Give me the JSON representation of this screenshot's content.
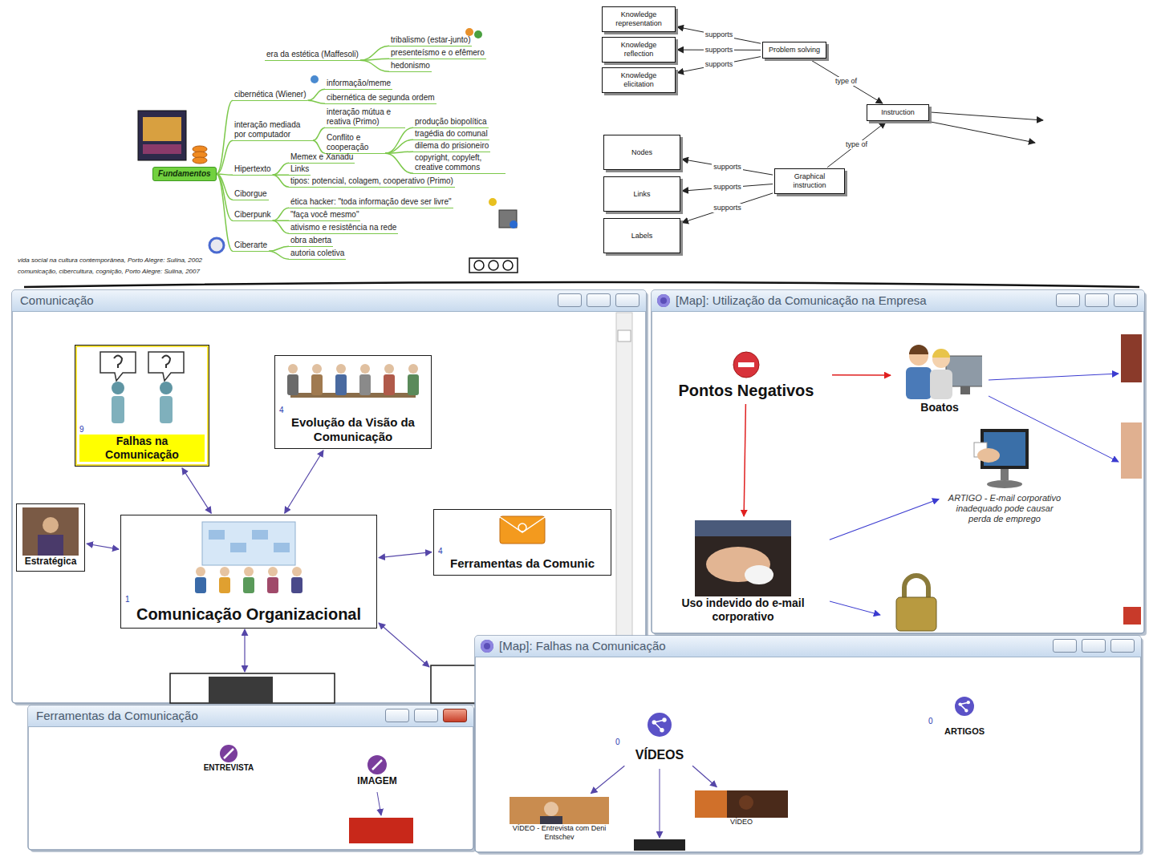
{
  "diagram": {
    "nodes": [
      {
        "text": [
          "Fundamentos"
        ]
      },
      {
        "text": [
          "cibernética (Wiener)"
        ]
      },
      {
        "text": [
          "informação/meme"
        ]
      },
      {
        "text": [
          "cibernética de segunda ordem"
        ]
      },
      {
        "text": [
          "interação mediada por computador"
        ]
      },
      {
        "text": [
          "interação mútua e reativa (Primo)"
        ]
      },
      {
        "text": [
          "Conflito e cooperação"
        ]
      },
      {
        "text": [
          "produção biopolítica"
        ]
      },
      {
        "text": [
          "tragédia do comunal"
        ]
      },
      {
        "text": [
          "dilema do prisioneiro"
        ]
      },
      {
        "text": [
          "copyright, copyleft, creative commons"
        ]
      },
      {
        "text": [
          "Hipertexto"
        ]
      },
      {
        "text": [
          "Memex e Xanadu"
        ]
      },
      {
        "text": [
          "Links"
        ]
      },
      {
        "text": [
          "tipos: potencial, colagem, cooperativo (Primo)"
        ]
      },
      {
        "text": [
          "Ciborgue"
        ]
      },
      {
        "text": [
          "Ciberpunk"
        ]
      },
      {
        "text": [
          "ética hacker: \"toda informação deve ser livre\""
        ]
      },
      {
        "text": [
          "\"faça você mesmo\""
        ]
      },
      {
        "text": [
          "ativismo e resistência na rede"
        ]
      },
      {
        "text": [
          "Ciberarte"
        ]
      },
      {
        "text": [
          "obra aberta"
        ]
      },
      {
        "text": [
          "autoria coletiva"
        ]
      },
      {
        "text": [
          "era da estética (Maffesoli)"
        ]
      },
      {
        "text": [
          "tribalismo (estar-junto)"
        ]
      },
      {
        "text": [
          "presenteísmo e o efêmero"
        ]
      },
      {
        "text": [
          "hedonismo"
        ]
      },
      {
        "text": [
          "Knowledge representation"
        ]
      },
      {
        "text": [
          "Knowledge reflection"
        ]
      },
      {
        "text": [
          "Knowledge elicitation"
        ]
      },
      {
        "text": [
          "Problem solving"
        ]
      },
      {
        "text": [
          "Instruction"
        ]
      },
      {
        "text": [
          "Nodes"
        ]
      },
      {
        "text": [
          "Links"
        ]
      },
      {
        "text": [
          "Labels"
        ]
      },
      {
        "text": [
          "Graphical instruction"
        ]
      },
      {
        "text": [
          "Comunicação"
        ]
      },
      {
        "text": [
          "9",
          "Falhas na Comunicação"
        ],
        "in": 36
      },
      {
        "text": [
          "4",
          "Evolução da Visão da Comunicação"
        ],
        "in": 36
      },
      {
        "text": [
          "1",
          "Comunicação Organizacional"
        ],
        "in": 36
      },
      {
        "text": [
          "4",
          "Ferramentas da Comunic"
        ],
        "in": 36
      },
      {
        "text": [
          "Estratégica"
        ],
        "in": 36
      },
      {
        "text": [
          "[Map]: Utilização da Comunicação na Empresa"
        ]
      },
      {
        "text": [
          "Pontos Negativos"
        ],
        "in": 42
      },
      {
        "text": [
          "Boatos"
        ],
        "in": 42
      },
      {
        "text": [
          "Uso indevido do e-mail corporativo"
        ],
        "in": 42
      },
      {
        "text": [
          "ARTIGO - E-mail corporativo inadequado pode causar perda de emprego"
        ],
        "in": 42
      },
      {
        "text": [
          "Ferramentas da Comunicação"
        ]
      },
      {
        "text": [
          "ENTREVISTA"
        ],
        "in": 47
      },
      {
        "text": [
          "IMAGEM"
        ],
        "in": 47
      },
      {
        "text": [
          "[Map]: Falhas na Comunicação"
        ]
      },
      {
        "text": [
          "0",
          "VÍDEOS"
        ],
        "in": 50
      },
      {
        "text": [
          "0",
          "ARTIGOS"
        ],
        "in": 50
      },
      {
        "text": [
          "VÍDEO - Entrevista com Deni Entschev"
        ],
        "in": 50
      },
      {
        "text": [
          "VÍDEO"
        ],
        "in": 50
      }
    ],
    "edges": [
      {
        "from": 0,
        "to": 1,
        "arrow": "none"
      },
      {
        "from": 1,
        "to": 2,
        "arrow": "none"
      },
      {
        "from": 1,
        "to": 3,
        "arrow": "none"
      },
      {
        "from": 0,
        "to": 4,
        "arrow": "none"
      },
      {
        "from": 4,
        "to": 5,
        "arrow": "none"
      },
      {
        "from": 4,
        "to": 6,
        "arrow": "none"
      },
      {
        "from": 6,
        "to": 7,
        "arrow": "none"
      },
      {
        "from": 6,
        "to": 8,
        "arrow": "none"
      },
      {
        "from": 6,
        "to": 9,
        "arrow": "none"
      },
      {
        "from": 6,
        "to": 10,
        "arrow": "none"
      },
      {
        "from": 0,
        "to": 11,
        "arrow": "none"
      },
      {
        "from": 11,
        "to": 12,
        "arrow": "none"
      },
      {
        "from": 11,
        "to": 13,
        "arrow": "none"
      },
      {
        "from": 11,
        "to": 14,
        "arrow": "none"
      },
      {
        "from": 0,
        "to": 15,
        "arrow": "none"
      },
      {
        "from": 0,
        "to": 16,
        "arrow": "none"
      },
      {
        "from": 16,
        "to": 17,
        "arrow": "none"
      },
      {
        "from": 16,
        "to": 18,
        "arrow": "none"
      },
      {
        "from": 16,
        "to": 19,
        "arrow": "none"
      },
      {
        "from": 0,
        "to": 20,
        "arrow": "none"
      },
      {
        "from": 20,
        "to": 21,
        "arrow": "none"
      },
      {
        "from": 20,
        "to": 22,
        "arrow": "none"
      },
      {
        "from": 23,
        "to": 24,
        "arrow": "none"
      },
      {
        "from": 23,
        "to": 25,
        "arrow": "none"
      },
      {
        "from": 23,
        "to": 26,
        "arrow": "none"
      },
      {
        "from": 30,
        "to": 27,
        "label": "supports",
        "arrow": "to"
      },
      {
        "from": 30,
        "to": 28,
        "label": "supports",
        "arrow": "to"
      },
      {
        "from": 30,
        "to": 29,
        "label": "supports",
        "arrow": "to"
      },
      {
        "from": 30,
        "to": 31,
        "label": "type of",
        "arrow": "to"
      },
      {
        "from": 35,
        "to": 31,
        "label": "type of",
        "arrow": "to"
      },
      {
        "from": 35,
        "to": 32,
        "label": "supports",
        "arrow": "to"
      },
      {
        "from": 35,
        "to": 33,
        "label": "supports",
        "arrow": "to"
      },
      {
        "from": 35,
        "to": 34,
        "label": "supports",
        "arrow": "to"
      },
      {
        "from": 37,
        "to": 39,
        "arrow": "both"
      },
      {
        "from": 38,
        "to": 39,
        "arrow": "both"
      },
      {
        "from": 39,
        "to": 40,
        "arrow": "both"
      },
      {
        "from": 41,
        "to": 39,
        "arrow": "both"
      },
      {
        "from": 43,
        "to": 44,
        "arrow": "to"
      },
      {
        "from": 43,
        "to": 45,
        "arrow": "to"
      },
      {
        "from": 45,
        "to": 46,
        "arrow": "to"
      },
      {
        "from": 51,
        "to": 53,
        "arrow": "to"
      },
      {
        "from": 51,
        "to": 54,
        "arrow": "to"
      }
    ],
    "labels": [
      "vida social na cultura contemporânea, Porto Alegre: Sulina, 2002",
      "comunicação, cibercultura, cognição, Porto Alegre: Sulina, 2007"
    ]
  }
}
